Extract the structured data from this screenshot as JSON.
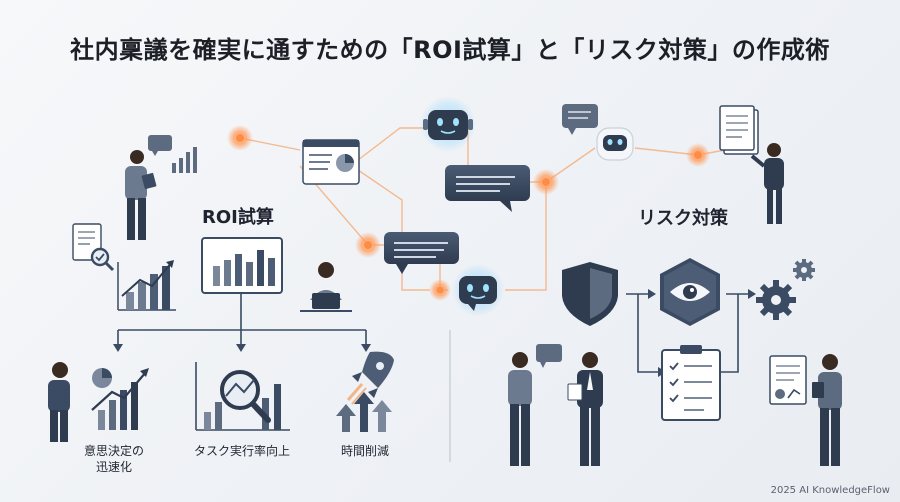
{
  "title": "社内稟議を確実に通すための「ROI試算」と「リスク対策」の作成術",
  "left_section": {
    "heading": "ROI試算",
    "benefits": [
      {
        "label": "意思決定の\n迅速化"
      },
      {
        "label": "タスク実行率向上"
      },
      {
        "label": "時間削減"
      }
    ]
  },
  "right_section": {
    "heading": "リスク対策"
  },
  "footer": "2025 AI KnowledgeFlow",
  "colors": {
    "navy": "#3a4b63",
    "slate": "#5d6b80",
    "glow_blue": "#6cc6ff",
    "glow_orange": "#ff9a5a"
  }
}
